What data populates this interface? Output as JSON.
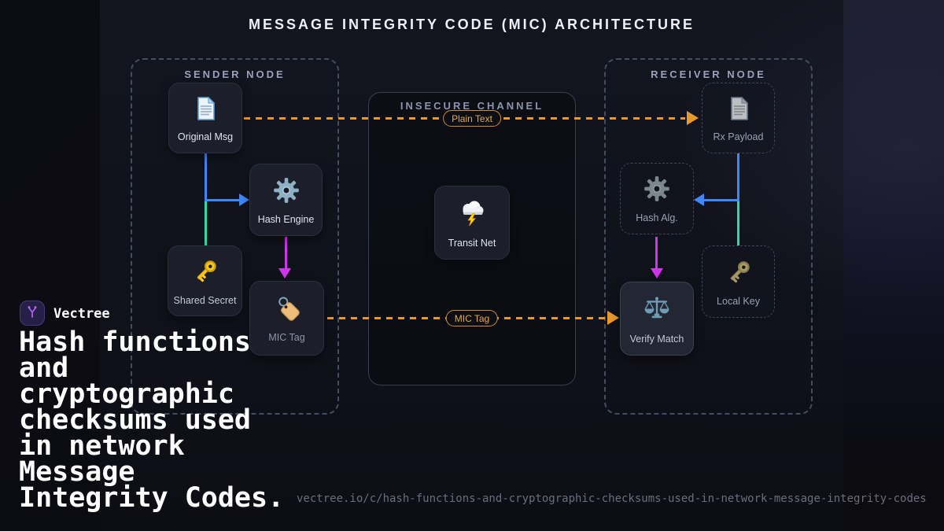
{
  "title": "MESSAGE INTEGRITY CODE (MIC) ARCHITECTURE",
  "zones": {
    "sender": {
      "label": "SENDER NODE"
    },
    "channel": {
      "label": "INSECURE CHANNEL"
    },
    "receiver": {
      "label": "RECEIVER NODE"
    }
  },
  "nodes": {
    "original_msg": {
      "label": "Original Msg",
      "icon": "document-icon"
    },
    "hash_engine": {
      "label": "Hash Engine",
      "icon": "gear-icon"
    },
    "shared_secret": {
      "label": "Shared Secret",
      "icon": "key-icon"
    },
    "mic_tag": {
      "label": "MIC Tag",
      "icon": "tag-icon"
    },
    "transit_net": {
      "label": "Transit Net",
      "icon": "storm-cloud-icon"
    },
    "rx_payload": {
      "label": "Rx Payload",
      "icon": "document-icon"
    },
    "hash_alg": {
      "label": "Hash Alg.",
      "icon": "gear-icon"
    },
    "local_key": {
      "label": "Local Key",
      "icon": "key-icon"
    },
    "verify_match": {
      "label": "Verify Match",
      "icon": "scales-icon"
    }
  },
  "badges": {
    "plain_text": "Plain Text",
    "mic_tag": "MIC Tag"
  },
  "brand": {
    "name": "Vectree",
    "logo_icon": "vectree-branch-icon"
  },
  "headline": "Hash functions\nand\ncryptographic\nchecksums used\nin network\nMessage\nIntegrity Codes.",
  "url": "vectree.io/c/hash-functions-and-cryptographic-checksums-used-in-network-message-integrity-codes",
  "colors": {
    "flow_plaintext": "#E8992E",
    "flow_message": "#3F87F5",
    "flow_key": "#2ED9AC",
    "flow_digest": "#CF35EA",
    "accent_gold": "#F7C71D",
    "accent_steel": "#8FB1C6",
    "panel_bg": "#10121A"
  }
}
